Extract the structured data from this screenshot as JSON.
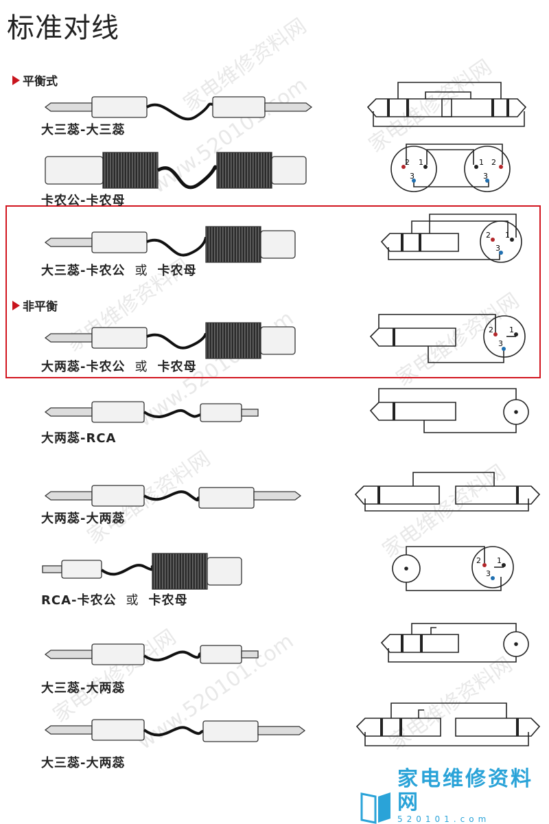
{
  "title": "标准对线",
  "sections": {
    "balanced": "平衡式",
    "unbalanced": "非平衡"
  },
  "cables": [
    {
      "caption": "大三蕊-大三蕊"
    },
    {
      "caption": "卡农公-卡农母"
    },
    {
      "caption_main": "大三蕊-卡农公",
      "caption_or": "或",
      "caption_alt": "卡农母"
    },
    {
      "caption_main": "大两蕊-卡农公",
      "caption_or": "或",
      "caption_alt": "卡农母"
    },
    {
      "caption": "大两蕊-RCA"
    },
    {
      "caption": "大两蕊-大两蕊"
    },
    {
      "caption_main": "RCA-卡农公",
      "caption_or": "或",
      "caption_alt": "卡农母"
    },
    {
      "caption": "大三蕊-大两蕊"
    },
    {
      "caption": "大三蕊-大两蕊"
    }
  ],
  "pin_labels": {
    "p1": "1",
    "p2": "2",
    "p3": "3"
  },
  "watermark": "家电维修资料网",
  "watermark_site": "www.520101.com",
  "footer": {
    "brand": "家电维修资料网",
    "site": "520101.com"
  },
  "colors": {
    "highlight": "#d2141e",
    "accent": "#c8141d",
    "pin2": "#b3262a",
    "pin3": "#1f6fb0",
    "logo": "#2aa3d8"
  }
}
